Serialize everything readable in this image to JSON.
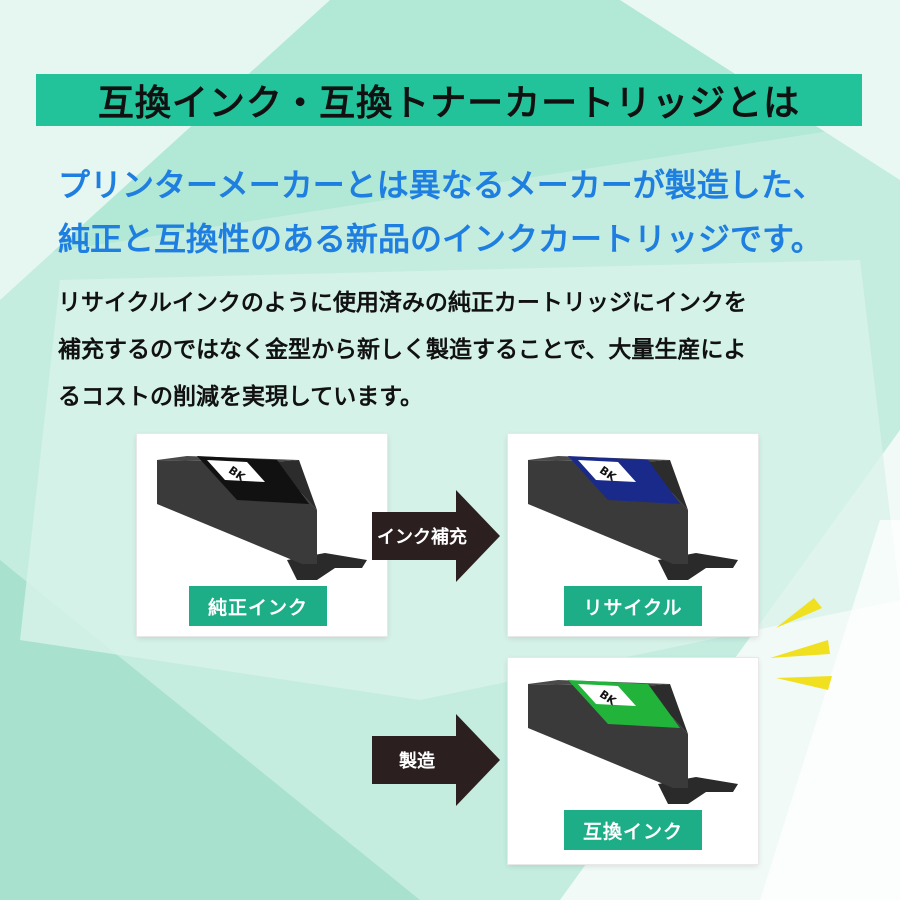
{
  "title": "互換インク・互換トナーカートリッジとは",
  "lead_lines": [
    "プリンターメーカーとは異なるメーカーが製造した、",
    "純正と互換性のある新品のインクカートリッジです。"
  ],
  "body_lines": [
    "リサイクルインクのように使用済みの純正カートリッジにインクを",
    "補充するのではなく金型から新しく製造することで、大量生産によ",
    "るコストの削減を実現しています。"
  ],
  "cards": {
    "genuine": {
      "label": "純正インク",
      "tag": "BK",
      "stripe_color": "#111111"
    },
    "recycle": {
      "label": "リサイクル",
      "tag": "BK",
      "stripe_color": "#1a2a8a"
    },
    "compatible": {
      "label": "互換インク",
      "tag": "BK",
      "stripe_color": "#22b43a"
    }
  },
  "arrows": {
    "refill": "インク補充",
    "manufacture": "製造"
  },
  "colors": {
    "accent": "#22c29a",
    "label_bg": "#1dae88",
    "lead_text": "#1f7fe0",
    "sparkle": "#f0e020"
  }
}
